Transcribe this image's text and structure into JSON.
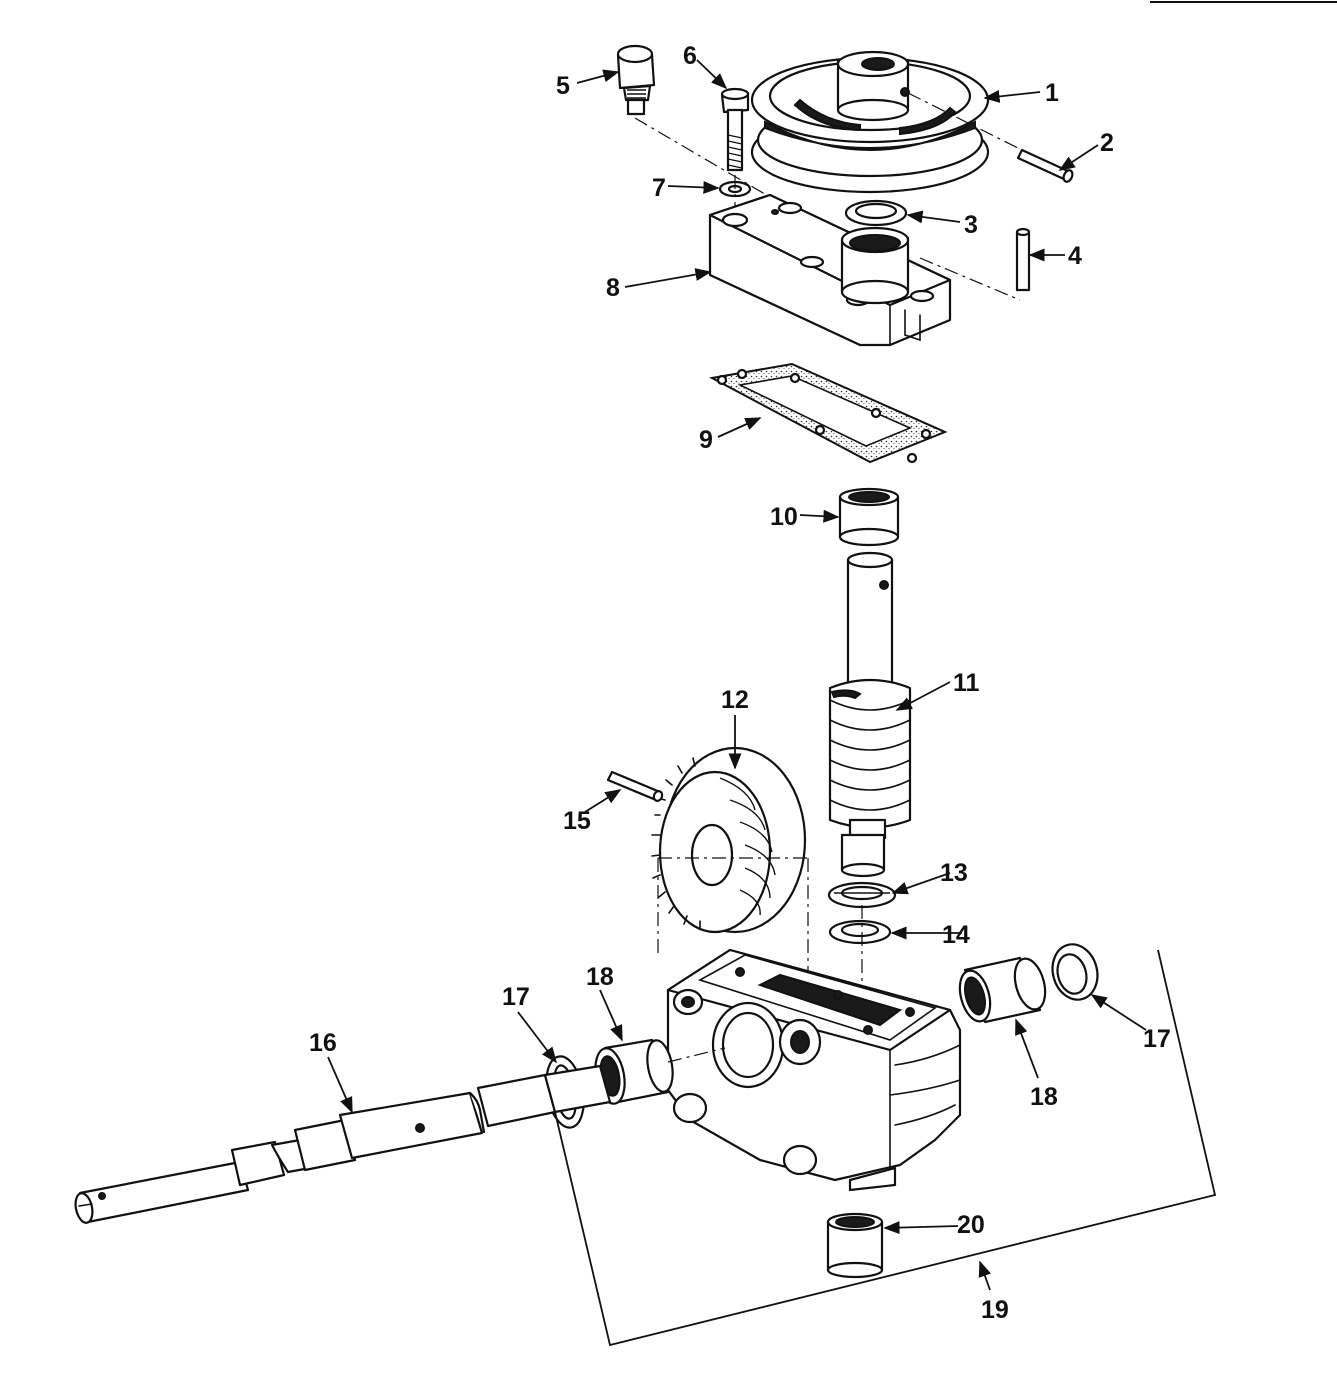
{
  "callouts": [
    {
      "id": "1",
      "label": "1"
    },
    {
      "id": "2",
      "label": "2"
    },
    {
      "id": "3",
      "label": "3"
    },
    {
      "id": "4",
      "label": "4"
    },
    {
      "id": "5",
      "label": "5"
    },
    {
      "id": "6",
      "label": "6"
    },
    {
      "id": "7",
      "label": "7"
    },
    {
      "id": "8",
      "label": "8"
    },
    {
      "id": "9",
      "label": "9"
    },
    {
      "id": "10",
      "label": "10"
    },
    {
      "id": "11",
      "label": "11"
    },
    {
      "id": "12",
      "label": "12"
    },
    {
      "id": "13",
      "label": "13"
    },
    {
      "id": "14",
      "label": "14"
    },
    {
      "id": "15",
      "label": "15"
    },
    {
      "id": "16",
      "label": "16"
    },
    {
      "id": "17a",
      "label": "17"
    },
    {
      "id": "17b",
      "label": "17"
    },
    {
      "id": "18a",
      "label": "18"
    },
    {
      "id": "18b",
      "label": "18"
    },
    {
      "id": "19",
      "label": "19"
    },
    {
      "id": "20",
      "label": "20"
    }
  ],
  "colors": {
    "ink": "#111111",
    "paper": "#ffffff"
  }
}
